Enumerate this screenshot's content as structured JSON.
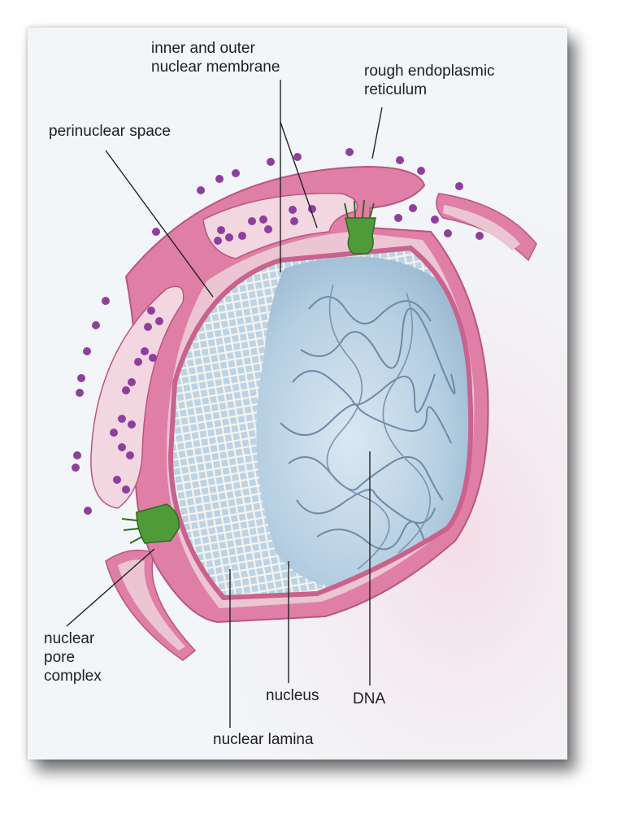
{
  "labels": {
    "membrane": "inner and outer\nnuclear membrane",
    "rough_er": "rough endoplasmic\nreticulum",
    "perinuclear": "perinuclear space",
    "pore_complex": "nuclear\npore\ncomplex",
    "nucleus": "nucleus",
    "dna": "DNA",
    "lamina": "nuclear lamina"
  },
  "colors": {
    "membrane_pink": "#e07fa6",
    "lumen_pink": "#ecc5d3",
    "ribosome": "#8e3f9e",
    "pore_green": "#4f9b3a",
    "nucleus_blue": "#a9c6dc",
    "lamina_white": "#f6f3ec"
  }
}
